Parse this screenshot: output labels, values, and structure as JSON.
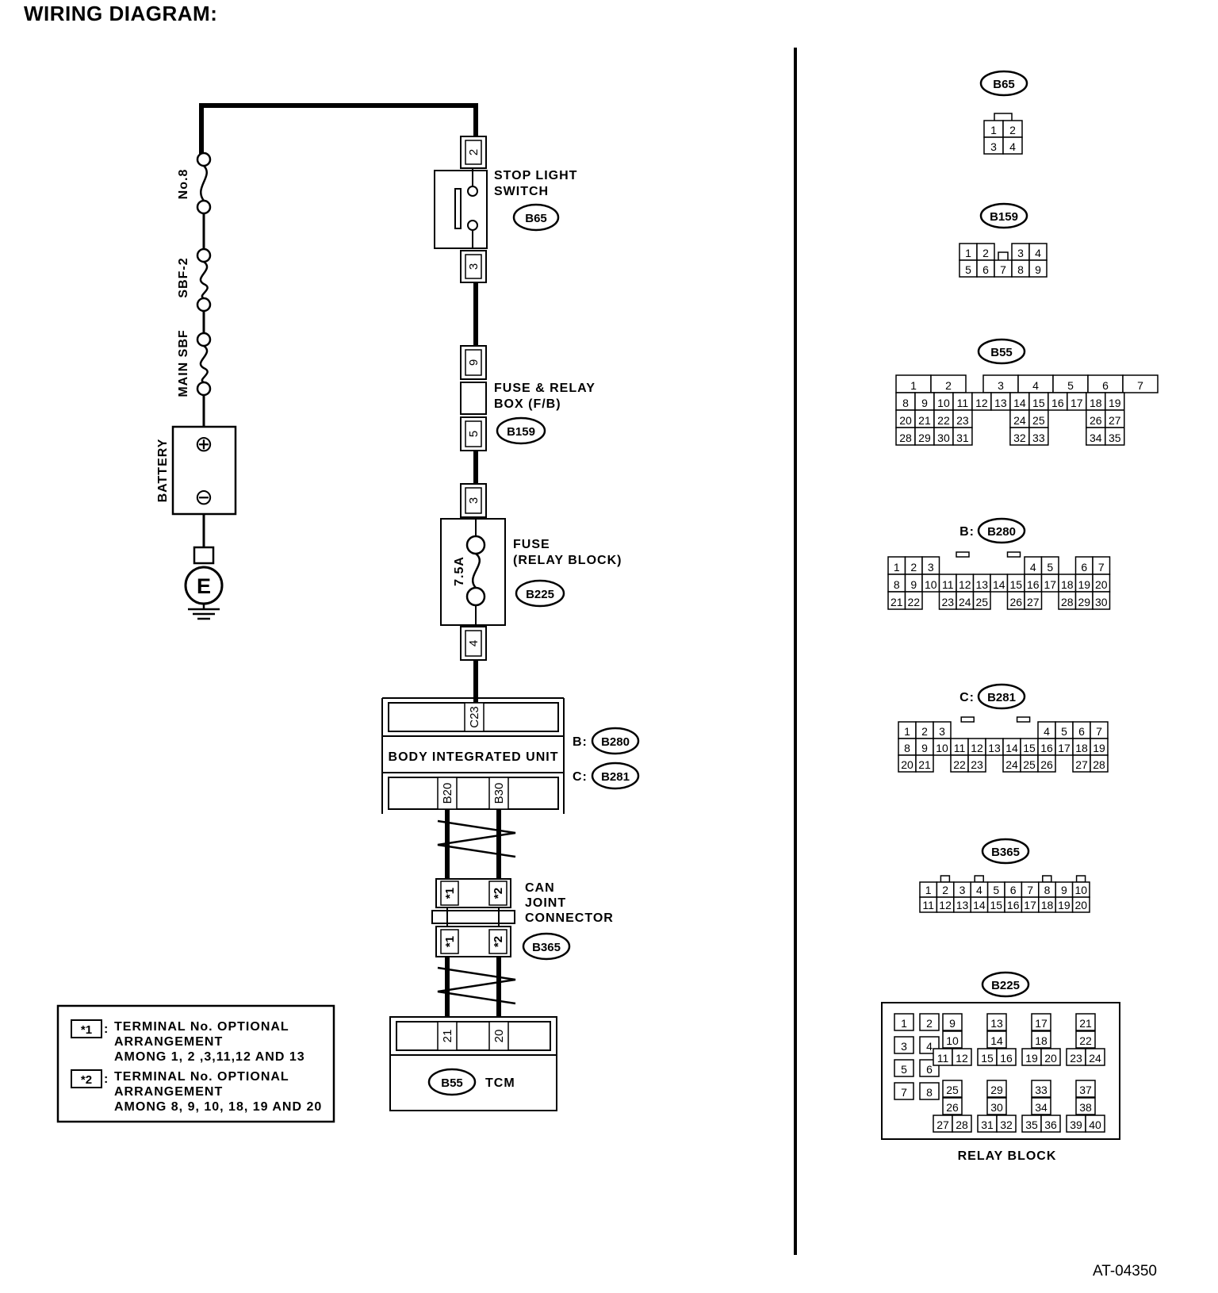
{
  "page": {
    "title": "WIRING DIAGRAM:",
    "figure_id": "AT-04350"
  },
  "circuit": {
    "fuse_no8": "No.8",
    "sbf2": "SBF-2",
    "main_sbf": "MAIN SBF",
    "battery": "BATTERY",
    "battery_pos": "⊕",
    "battery_neg": "⊖",
    "ground": "E",
    "stop_light_switch": {
      "line1": "STOP LIGHT",
      "line2": "SWITCH",
      "connector": "B65",
      "pin_in": "2",
      "pin_out": "3"
    },
    "fuse_relay_box": {
      "line1": "FUSE & RELAY",
      "line2": "BOX (F/B)",
      "connector": "B159",
      "pin_in": "9",
      "pin_out": "5"
    },
    "relay_block_fuse": {
      "line1": "FUSE",
      "line2": "(RELAY BLOCK)",
      "connector": "B225",
      "rating": "7.5A",
      "pin_in": "3",
      "pin_out": "4"
    },
    "body_integrated_unit": {
      "label": "BODY INTEGRATED UNIT",
      "conn_b_prefix": "B:",
      "conn_b": "B280",
      "conn_c_prefix": "C:",
      "conn_c": "B281",
      "pin_top": "C23",
      "pin_left": "B20",
      "pin_right": "B30"
    },
    "can_joint_connector": {
      "line1": "CAN",
      "line2": "JOINT",
      "line3": "CONNECTOR",
      "connector": "B365",
      "pin_a": "*1",
      "pin_b": "*2"
    },
    "tcm": {
      "label": "TCM",
      "connector": "B55",
      "pin_left": "21",
      "pin_right": "20"
    }
  },
  "legend": {
    "items": [
      {
        "mark": "*1",
        "lines": [
          "TERMINAL No. OPTIONAL",
          "ARRANGEMENT",
          "AMONG 1, 2 ,3,11,12 AND 13"
        ]
      },
      {
        "mark": "*2",
        "lines": [
          "TERMINAL No. OPTIONAL",
          "ARRANGEMENT",
          "AMONG 8, 9, 10, 18, 19 AND 20"
        ]
      }
    ]
  },
  "connectors": {
    "b65": {
      "name": "B65",
      "rows": [
        [
          "1",
          "2"
        ],
        [
          "3",
          "4"
        ]
      ]
    },
    "b159": {
      "name": "B159",
      "rows": [
        [
          "1",
          "2",
          "3",
          "4"
        ],
        [
          "5",
          "6",
          "7",
          "8",
          "9"
        ]
      ]
    },
    "b55": {
      "name": "B55",
      "rows": [
        [
          "1",
          "2",
          "3",
          "4",
          "5",
          "6",
          "7"
        ],
        [
          "8",
          "9",
          "10",
          "11",
          "12",
          "13",
          "14",
          "15",
          "16",
          "17",
          "18",
          "19"
        ],
        [
          "20",
          "21",
          "22",
          "23",
          "24",
          "25",
          "26",
          "27"
        ],
        [
          "28",
          "29",
          "30",
          "31",
          "32",
          "33",
          "34",
          "35"
        ]
      ]
    },
    "b280": {
      "prefix": "B:",
      "name": "B280",
      "rows": [
        [
          "1",
          "2",
          "3",
          "4",
          "5",
          "6",
          "7"
        ],
        [
          "8",
          "9",
          "10",
          "11",
          "12",
          "13",
          "14",
          "15",
          "16",
          "17",
          "18",
          "19",
          "20"
        ],
        [
          "21",
          "22",
          "23",
          "24",
          "25",
          "26",
          "27",
          "28",
          "29",
          "30"
        ]
      ]
    },
    "b281": {
      "prefix": "C:",
      "name": "B281",
      "rows": [
        [
          "1",
          "2",
          "3",
          "4",
          "5",
          "6",
          "7"
        ],
        [
          "8",
          "9",
          "10",
          "11",
          "12",
          "13",
          "14",
          "15",
          "16",
          "17",
          "18",
          "19"
        ],
        [
          "20",
          "21",
          "22",
          "23",
          "24",
          "25",
          "26",
          "27",
          "28"
        ]
      ]
    },
    "b365": {
      "name": "B365",
      "rows": [
        [
          "1",
          "2",
          "3",
          "4",
          "5",
          "6",
          "7",
          "8",
          "9",
          "10"
        ],
        [
          "11",
          "12",
          "13",
          "14",
          "15",
          "16",
          "17",
          "18",
          "19",
          "20"
        ]
      ]
    },
    "b225": {
      "name": "B225",
      "caption": "RELAY BLOCK",
      "cells": [
        "1",
        "2",
        "3",
        "4",
        "5",
        "6",
        "7",
        "8",
        "9",
        "10",
        "11",
        "12",
        "13",
        "14",
        "15",
        "16",
        "17",
        "18",
        "19",
        "20",
        "21",
        "22",
        "23",
        "24",
        "25",
        "26",
        "27",
        "28",
        "29",
        "30",
        "31",
        "32",
        "33",
        "34",
        "35",
        "36",
        "37",
        "38",
        "39",
        "40"
      ]
    }
  },
  "colors": {
    "ink": "#000000",
    "paper": "#ffffff"
  }
}
